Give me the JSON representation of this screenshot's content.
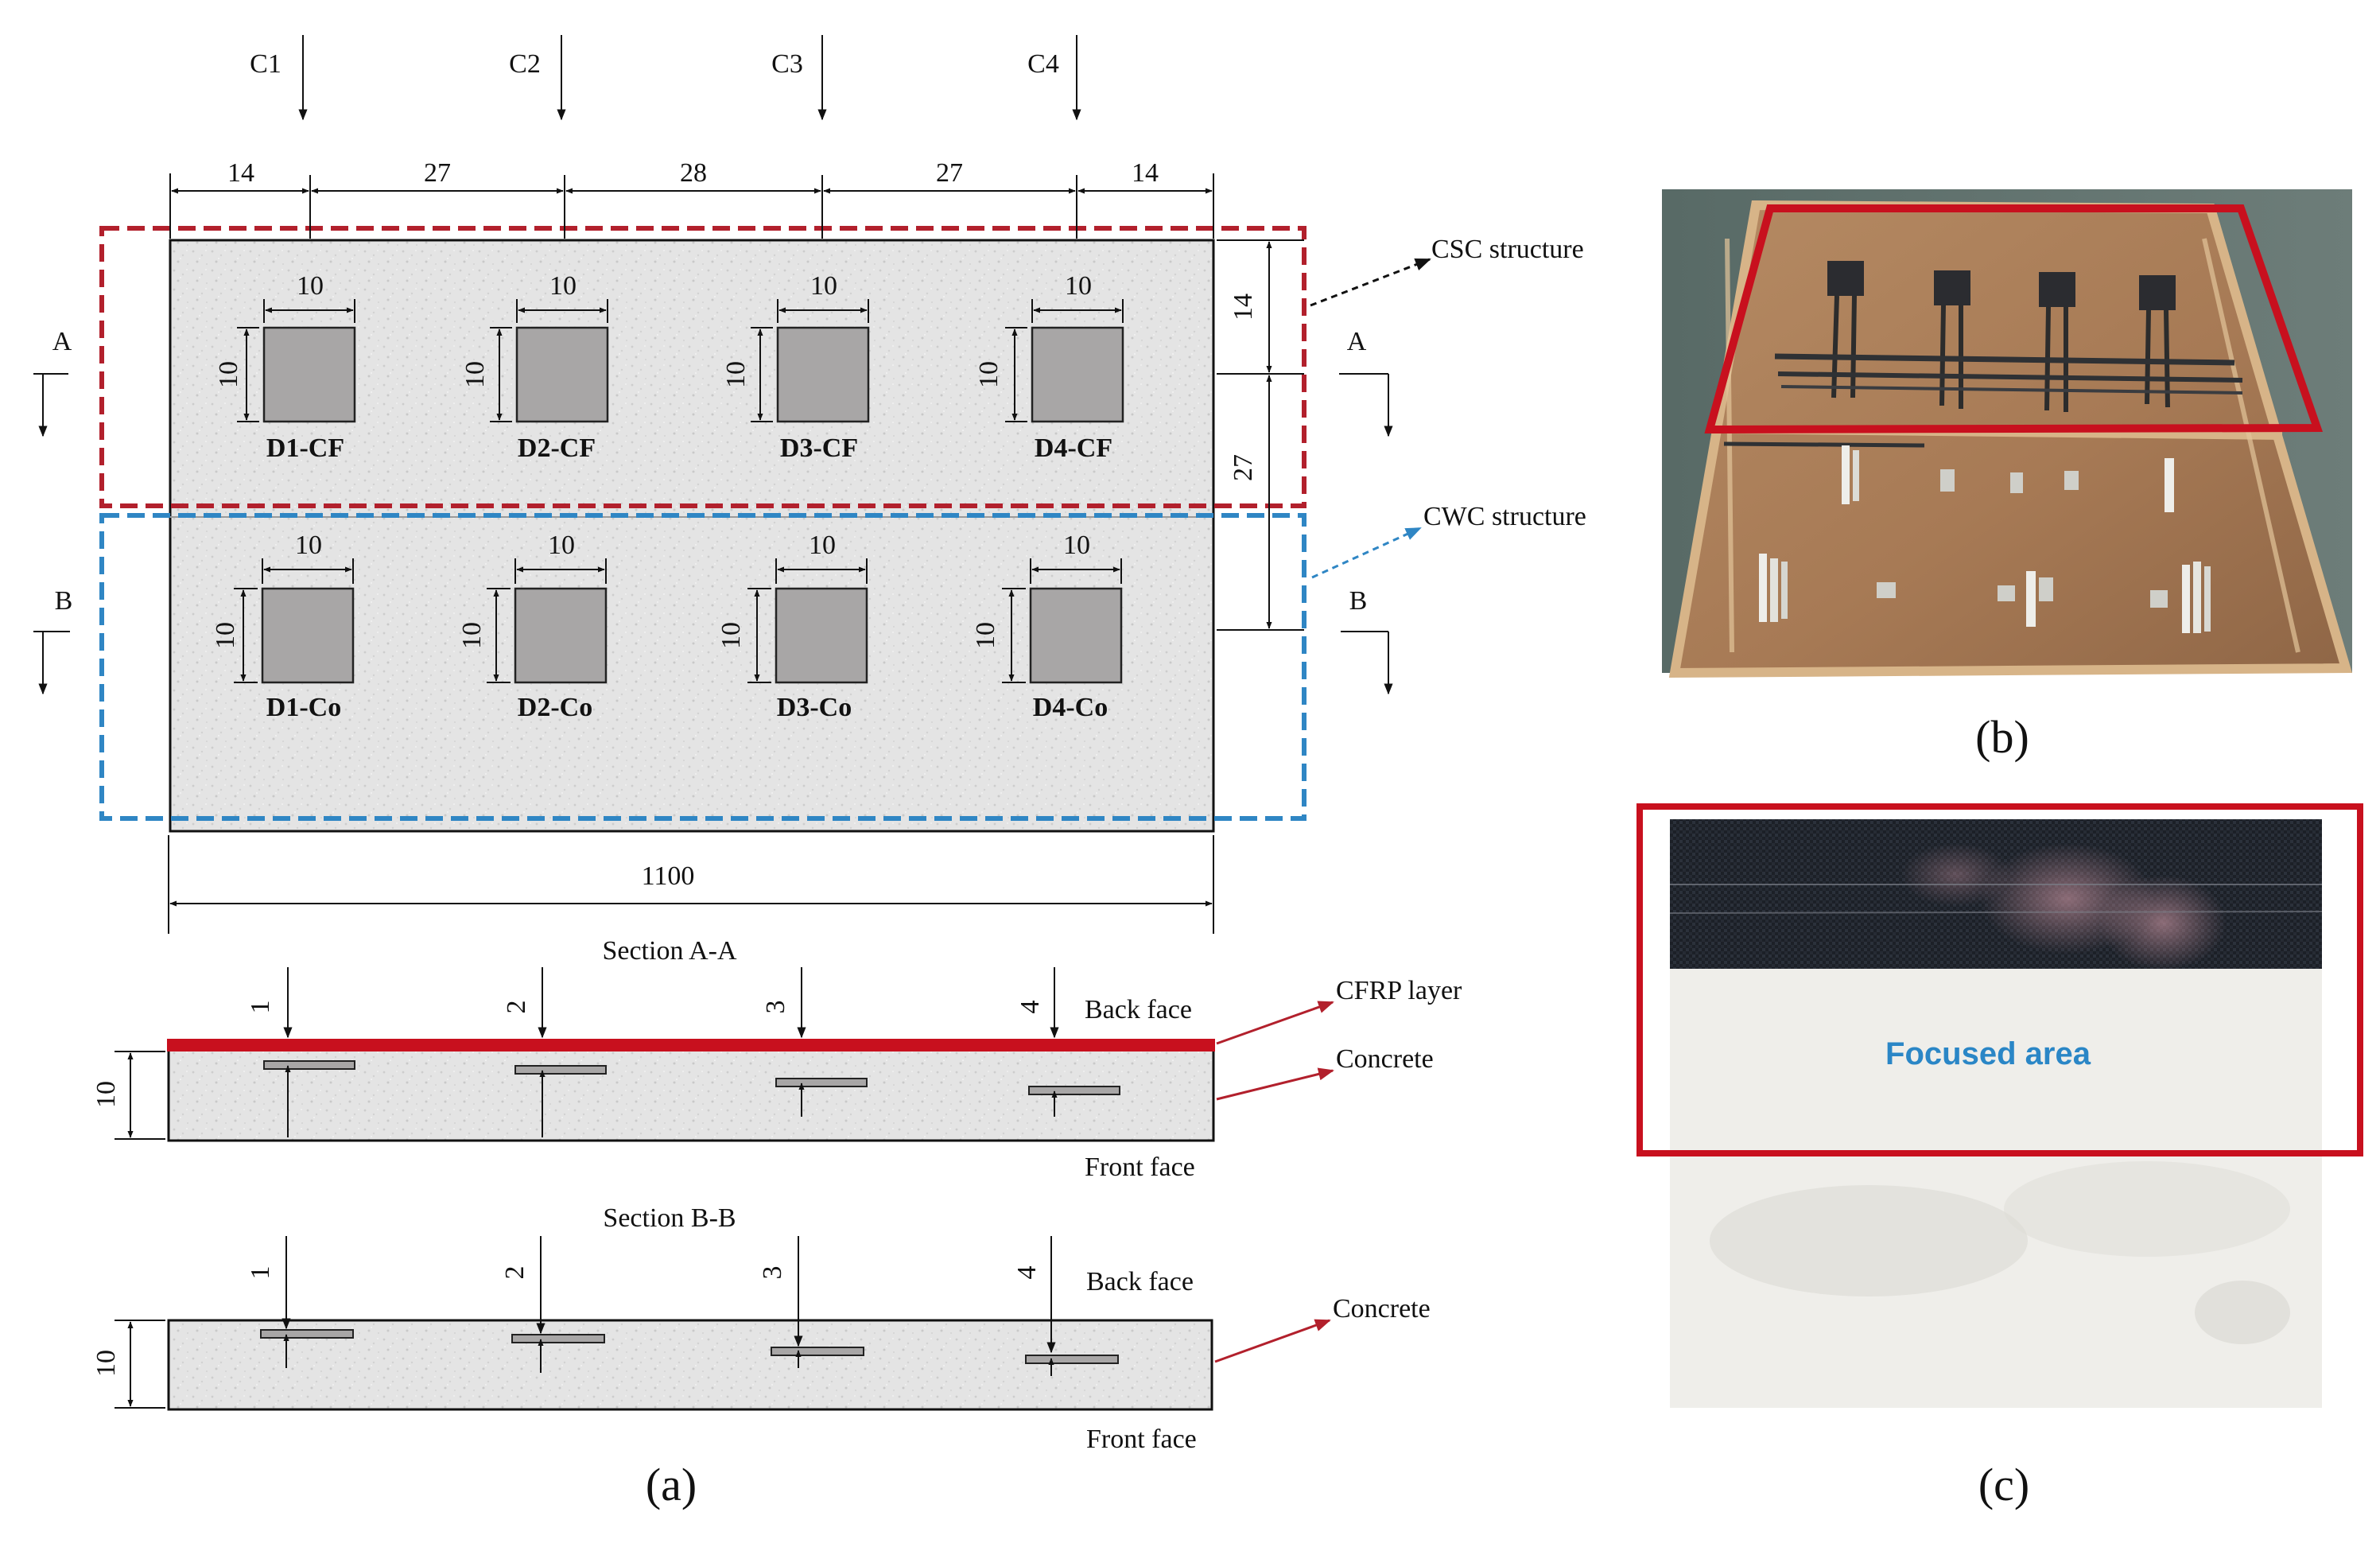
{
  "columns": [
    {
      "arrow": "C1",
      "square": "D1-CF",
      "square_b": "D1-Co",
      "section": "1"
    },
    {
      "arrow": "C2",
      "square": "D2-CF",
      "square_b": "D2-Co",
      "section": "2"
    },
    {
      "arrow": "C3",
      "square": "D3-CF",
      "square_b": "D3-Co",
      "section": "3"
    },
    {
      "arrow": "C4",
      "square": "D4-CF",
      "square_b": "D4-Co",
      "section": "4"
    }
  ],
  "top_dimensions": [
    "14",
    "27",
    "28",
    "27",
    "14"
  ],
  "square_dimension": "10",
  "right_dimensions": [
    "14",
    "27"
  ],
  "width_dimension": "1100",
  "section_markers": {
    "a": "A",
    "b": "B"
  },
  "structure_labels": {
    "csc": "CSC structure",
    "cwc": "CWC structure"
  },
  "section_a": {
    "title": "Section A-A",
    "back_face": "Back face",
    "front_face": "Front face",
    "cfrp": "CFRP layer",
    "concrete": "Concrete",
    "thickness": "10"
  },
  "section_b": {
    "title": "Section B-B",
    "back_face": "Back face",
    "front_face": "Front face",
    "concrete": "Concrete",
    "thickness": "10"
  },
  "captions": {
    "a": "(a)",
    "b": "(b)",
    "c": "(c)"
  },
  "photo_c": {
    "focus_label": "Focused area"
  },
  "colors": {
    "csc": "#b2202c",
    "cwc": "#2f86c4",
    "cfrp": "#c8101e",
    "concrete": "#e3e3e3",
    "patch": "#a8a6a6"
  }
}
